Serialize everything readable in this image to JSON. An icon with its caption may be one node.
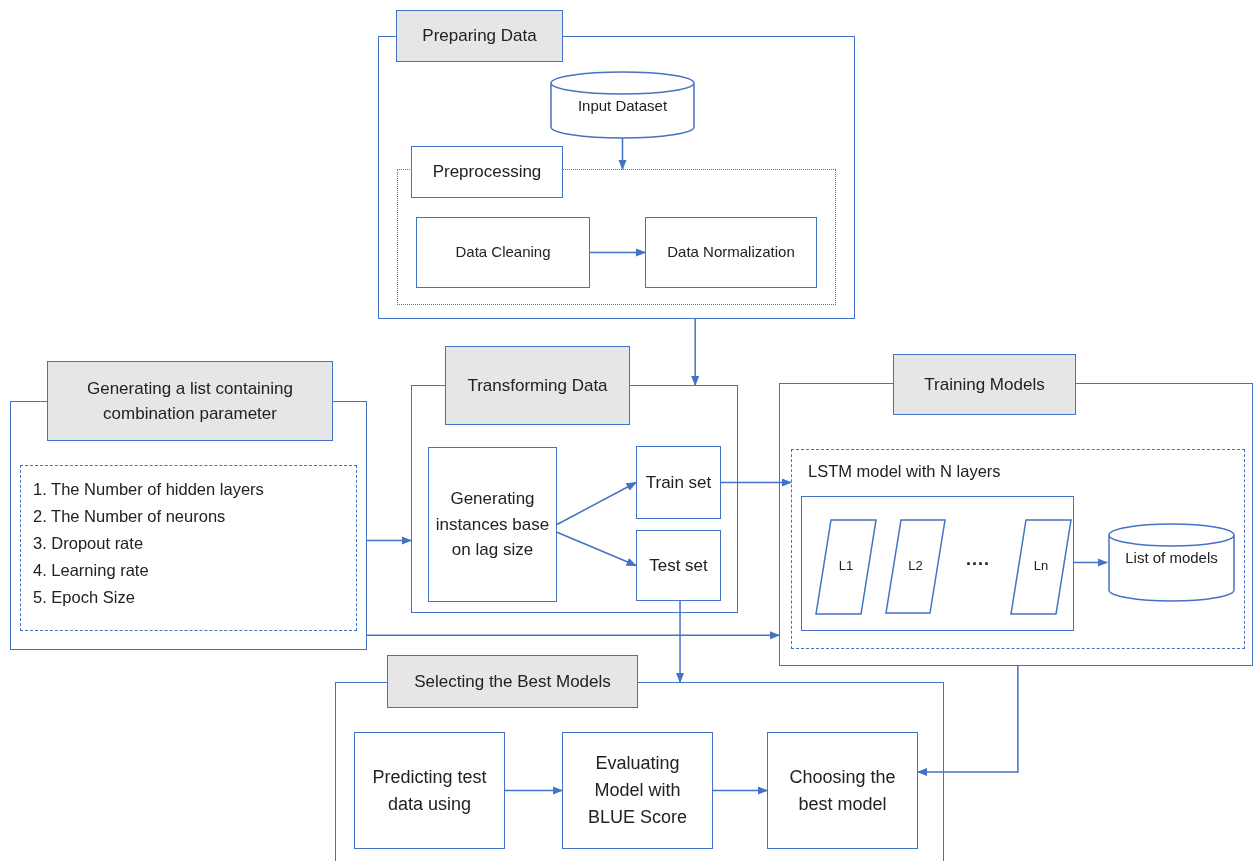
{
  "diagram": {
    "nodes": [
      {
        "text": [
          "Preparing Data"
        ]
      },
      {
        "text": [
          "Input Dataset"
        ],
        "in": 0
      },
      {
        "text": [
          "Preprocessing"
        ],
        "in": 0
      },
      {
        "text": [
          "Data Cleaning"
        ],
        "in": 2
      },
      {
        "text": [
          "Data Normalization"
        ],
        "in": 2
      },
      {
        "text": [
          "Generating a list containing combination parameter"
        ]
      },
      {
        "text": [
          "1. The Number of hidden layers",
          "2. The Number of neurons",
          "3. Dropout rate",
          "4. Learning rate",
          "5. Epoch Size"
        ],
        "in": 5
      },
      {
        "text": [
          "Transforming Data"
        ]
      },
      {
        "text": [
          "Generating instances base on lag size"
        ],
        "in": 7
      },
      {
        "text": [
          "Train set"
        ],
        "in": 7
      },
      {
        "text": [
          "Test set"
        ],
        "in": 7
      },
      {
        "text": [
          "Training Models"
        ]
      },
      {
        "text": [
          "LSTM model with N layers"
        ],
        "in": 11
      },
      {
        "text": [],
        "shape": "box",
        "in": 12
      },
      {
        "text": [
          "L1"
        ],
        "in": 13
      },
      {
        "text": [
          "L2"
        ],
        "in": 13
      },
      {
        "text": [
          "Ln"
        ],
        "in": 13
      },
      {
        "text": [
          "List of models"
        ],
        "in": 12
      },
      {
        "text": [
          "Selecting the Best Models"
        ]
      },
      {
        "text": [
          "Predicting test data using"
        ],
        "in": 18
      },
      {
        "text": [
          "Evaluating Model with BLUE Score"
        ],
        "in": 18
      },
      {
        "text": [
          "Choosing the best model"
        ],
        "in": 18
      }
    ],
    "edges": [
      {
        "from": 1,
        "to": 2,
        "arrow": "to"
      },
      {
        "from": 3,
        "to": 4,
        "arrow": "to"
      },
      {
        "from": 0,
        "to": 7,
        "arrow": "to"
      },
      {
        "from": 5,
        "to": 7,
        "arrow": "to"
      },
      {
        "from": 8,
        "to": 9,
        "arrow": "to"
      },
      {
        "from": 8,
        "to": 10,
        "arrow": "to"
      },
      {
        "from": 9,
        "to": 12,
        "arrow": "to"
      },
      {
        "from": 5,
        "to": 11,
        "arrow": "to"
      },
      {
        "from": 10,
        "to": 18,
        "arrow": "to"
      },
      {
        "from": 13,
        "to": 17,
        "arrow": "to"
      },
      {
        "from": 11,
        "to": 21,
        "arrow": "to"
      },
      {
        "from": 19,
        "to": 20,
        "arrow": "to"
      },
      {
        "from": 20,
        "to": 21,
        "arrow": "to"
      }
    ],
    "labels": [
      "...."
    ]
  }
}
